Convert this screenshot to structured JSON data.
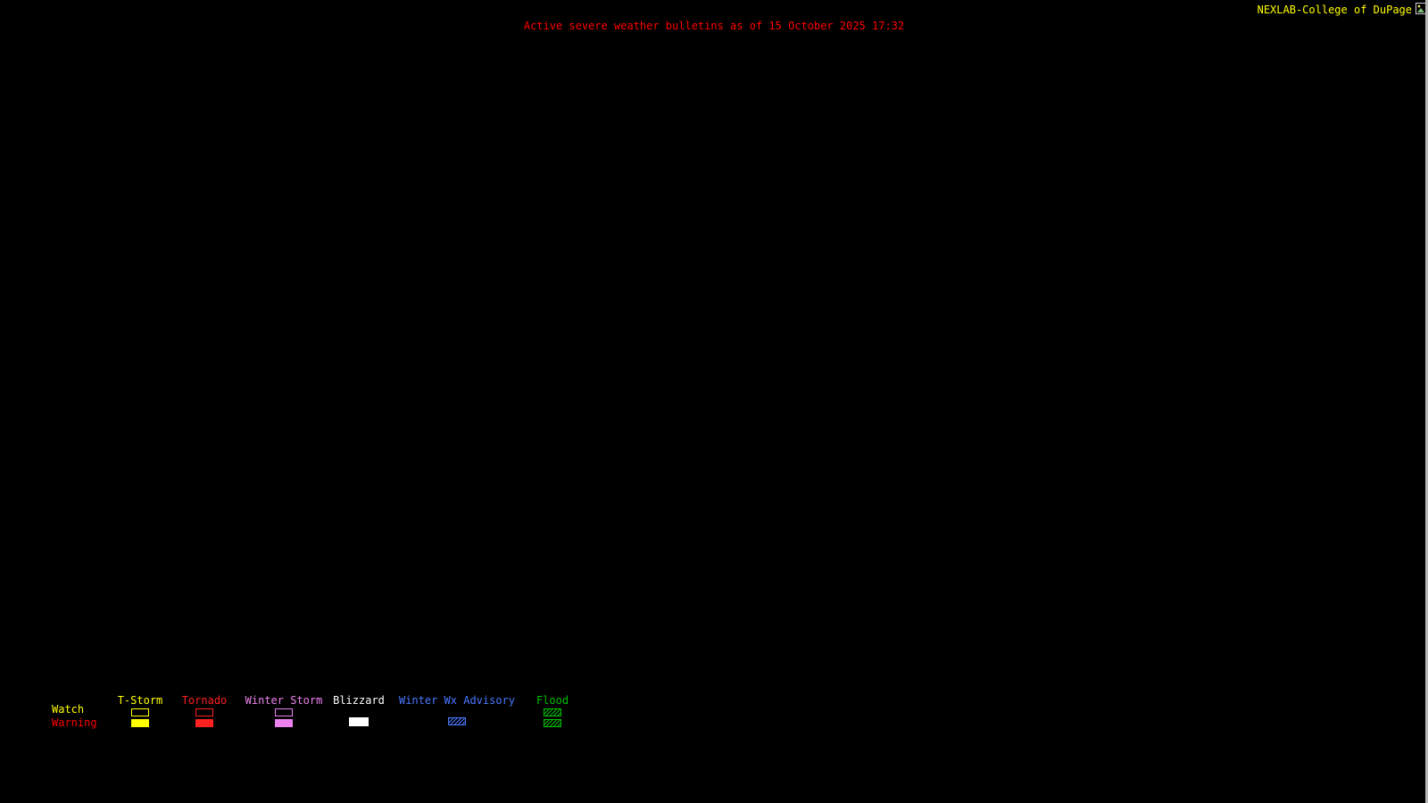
{
  "page": {
    "background": "#000000"
  },
  "header": {
    "brand_label": "NEXLAB-College of DuPage",
    "brand_color": "#ffff00",
    "title": "Active severe weather bulletins as of 15 October 2025 17:32",
    "title_color": "#ff0000"
  },
  "legend": {
    "row_labels": {
      "watch": "Watch",
      "warning": "Warning"
    },
    "watch_label_color": "#ffff00",
    "warning_label_color": "#ff0000",
    "columns": [
      {
        "label": "T-Storm",
        "color": "#ffff00",
        "watch_swatch": "outline",
        "warning_swatch": "fill"
      },
      {
        "label": "Tornado",
        "color": "#ff2020",
        "watch_swatch": "outline",
        "warning_swatch": "fill"
      },
      {
        "label": "Winter Storm",
        "color": "#ee82ee",
        "watch_swatch": "outline",
        "warning_swatch": "fill"
      },
      {
        "label": "Blizzard",
        "color": "#ffffff",
        "watch_swatch": "none",
        "warning_swatch": "fill"
      },
      {
        "label": "Winter Wx Advisory",
        "color": "#4878ff",
        "watch_swatch": "none",
        "warning_swatch": "hatch"
      },
      {
        "label": "Flood",
        "color": "#00c000",
        "watch_swatch": "hatch",
        "warning_swatch": "hatch"
      }
    ]
  }
}
